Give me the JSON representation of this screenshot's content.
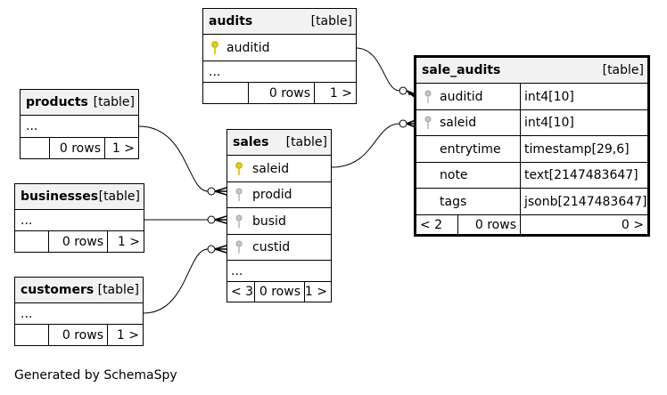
{
  "footer": "Generated by SchemaSpy",
  "colors": {
    "primary_key": "#e6d200",
    "foreign_key": "#b0b0b0",
    "header_bg": "#f2f2f2"
  },
  "tables": {
    "audits": {
      "name": "audits",
      "type": "[table]",
      "columns": [
        {
          "name": "auditid",
          "key": "primary"
        }
      ],
      "ellipsis": "...",
      "footer": {
        "left": "",
        "rows": "0 rows",
        "right": "1 >"
      }
    },
    "products": {
      "name": "products",
      "type": "[table]",
      "ellipsis": "...",
      "footer": {
        "left": "",
        "rows": "0 rows",
        "right": "1 >"
      }
    },
    "businesses": {
      "name": "businesses",
      "type": "[table]",
      "ellipsis": "...",
      "footer": {
        "left": "",
        "rows": "0 rows",
        "right": "1 >"
      }
    },
    "customers": {
      "name": "customers",
      "type": "[table]",
      "ellipsis": "...",
      "footer": {
        "left": "",
        "rows": "0 rows",
        "right": "1 >"
      }
    },
    "sales": {
      "name": "sales",
      "type": "[table]",
      "columns": [
        {
          "name": "saleid",
          "key": "primary"
        },
        {
          "name": "prodid",
          "key": "foreign"
        },
        {
          "name": "busid",
          "key": "foreign"
        },
        {
          "name": "custid",
          "key": "foreign"
        }
      ],
      "ellipsis": "...",
      "footer": {
        "left": "< 3",
        "rows": "0 rows",
        "right": "1 >"
      }
    },
    "sale_audits": {
      "name": "sale_audits",
      "type": "[table]",
      "columns": [
        {
          "name": "auditid",
          "type": "int4[10]",
          "key": "foreign"
        },
        {
          "name": "saleid",
          "type": "int4[10]",
          "key": "foreign"
        },
        {
          "name": "entrytime",
          "type": "timestamp[29,6]",
          "key": ""
        },
        {
          "name": "note",
          "type": "text[2147483647]",
          "key": ""
        },
        {
          "name": "tags",
          "type": "jsonb[2147483647]",
          "key": ""
        }
      ],
      "footer": {
        "left": "< 2",
        "rows": "0 rows",
        "right": "0 >"
      }
    }
  }
}
